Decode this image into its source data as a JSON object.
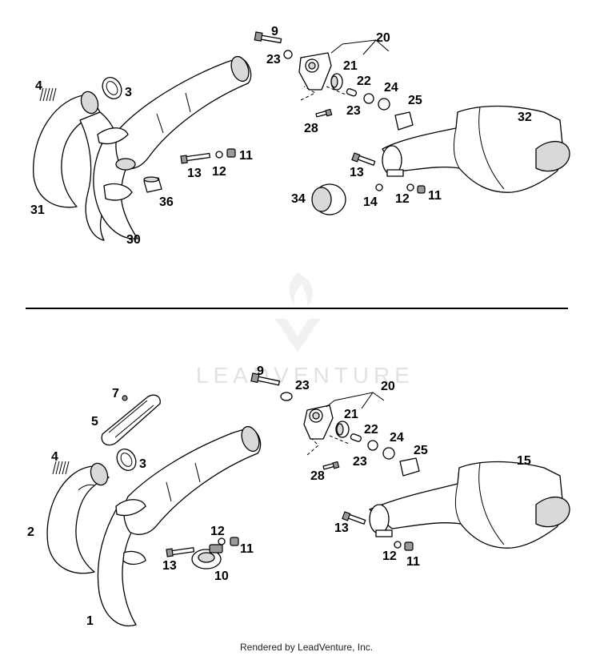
{
  "watermark": {
    "text": "LEADVENTURE"
  },
  "footer": {
    "text": "Rendered by LeadVenture, Inc."
  },
  "top_labels": {
    "l9": "9",
    "l20": "20",
    "l23a": "23",
    "l21": "21",
    "l22": "22",
    "l24": "24",
    "l23b": "23",
    "l25": "25",
    "l28": "28",
    "l32": "32",
    "l4": "4",
    "l3": "3",
    "l13a": "13",
    "l12a": "12",
    "l11a": "11",
    "l13b": "13",
    "l36": "36",
    "l31": "31",
    "l30": "30",
    "l34": "34",
    "l14": "14",
    "l12b": "12",
    "l11b": "11"
  },
  "bottom_labels": {
    "l9": "9",
    "l23a": "23",
    "l20": "20",
    "l21": "21",
    "l22": "22",
    "l24": "24",
    "l23b": "23",
    "l25": "25",
    "l28": "28",
    "l15": "15",
    "l7": "7",
    "l5": "5",
    "l4": "4",
    "l3": "3",
    "l2": "2",
    "l12a": "12",
    "l11a": "11",
    "l13a": "13",
    "l10": "10",
    "l1": "1",
    "l13b": "13",
    "l12b": "12",
    "l11b": "11"
  }
}
